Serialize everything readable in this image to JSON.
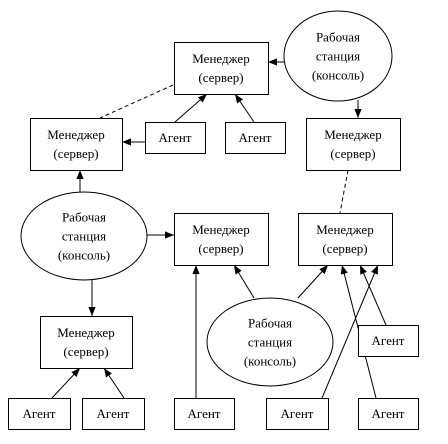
{
  "diagram": {
    "colors": {
      "stroke": "#000000",
      "fill": "#ffffff"
    },
    "nodes": {
      "mgr_top": [
        "Менеджер",
        "(сервер)"
      ],
      "ws_top": [
        "Рабочая",
        "станция",
        "(консоль)"
      ],
      "mgr_left": [
        "Менеджер",
        "(сервер)"
      ],
      "agent_1": [
        "Агент"
      ],
      "agent_2": [
        "Агент"
      ],
      "mgr_right": [
        "Менеджер",
        "(сервер)"
      ],
      "ws_left": [
        "Рабочая",
        "станция",
        "(консоль)"
      ],
      "mgr_mid": [
        "Менеджер",
        "(сервер)"
      ],
      "mgr_mid_right": [
        "Менеджер",
        "(сервер)"
      ],
      "mgr_bottom_left": [
        "Менеджер",
        "(сервер)"
      ],
      "ws_bottom": [
        "Рабочая",
        "станция",
        "(консоль)"
      ],
      "agent_3": [
        "Агент"
      ],
      "agent_4": [
        "Агент"
      ],
      "agent_5": [
        "Агент"
      ],
      "agent_6": [
        "Агент"
      ],
      "agent_7": [
        "Агент"
      ],
      "agent_8": [
        "Агент"
      ]
    }
  }
}
